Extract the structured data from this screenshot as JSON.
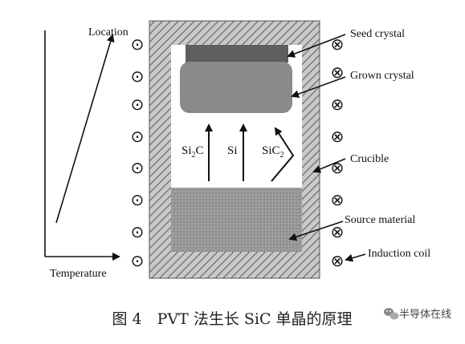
{
  "axes": {
    "location_label": "Location",
    "temperature_label": "Temperature"
  },
  "labels": {
    "seed_crystal": "Seed crystal",
    "grown_crystal": "Grown crystal",
    "crucible": "Crucible",
    "source_material": "Source material",
    "induction_coil": "Induction coil"
  },
  "species": {
    "si2c": {
      "base": "Si",
      "sub": "2",
      "tail": "C"
    },
    "si": {
      "base": "Si"
    },
    "sic2": {
      "base": "SiC",
      "sub": "2"
    }
  },
  "coil_symbols": {
    "left": "⊙",
    "right": "⊗"
  },
  "caption": "图 4　PVT 法生长 SiC 单晶的原理",
  "watermark": "半导体在线",
  "icons": {
    "watermark_logo": "wechat-logo-icon"
  }
}
